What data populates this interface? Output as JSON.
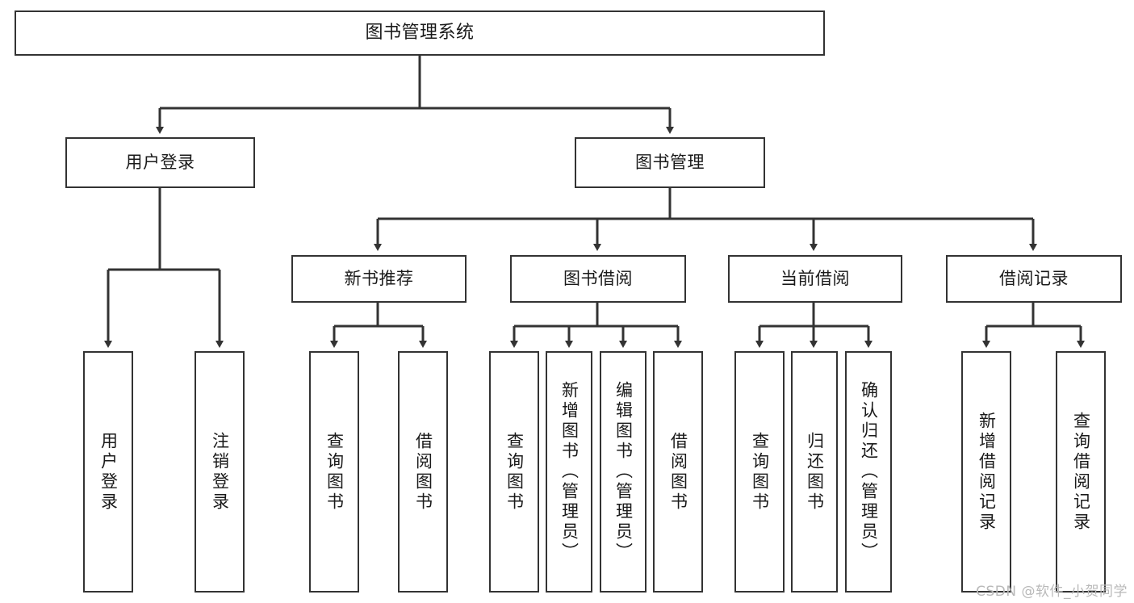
{
  "diagram": {
    "title": "图书管理系统",
    "type": "tree-hierarchy-diagram",
    "colors": {
      "border": "#333333",
      "background": "#ffffff",
      "text": "#1a1a1a",
      "watermark": "#b9b9b9"
    },
    "nodes": {
      "root": {
        "label": "图书管理系统"
      },
      "level2": [
        {
          "id": "user-login",
          "label": "用户登录"
        },
        {
          "id": "book-manage",
          "label": "图书管理"
        }
      ],
      "level3": [
        {
          "id": "new-book-recommend",
          "label": "新书推荐"
        },
        {
          "id": "book-borrow",
          "label": "图书借阅"
        },
        {
          "id": "current-borrow",
          "label": "当前借阅"
        },
        {
          "id": "borrow-record",
          "label": "借阅记录"
        }
      ],
      "leaves": {
        "user-login": [
          {
            "id": "leaf-user-login",
            "label": "用户登录"
          },
          {
            "id": "leaf-logout",
            "label": "注销登录"
          }
        ],
        "new-book-recommend": [
          {
            "id": "leaf-query-book-1",
            "label": "查询图书"
          },
          {
            "id": "leaf-borrow-book-1",
            "label": "借阅图书"
          }
        ],
        "book-borrow": [
          {
            "id": "leaf-query-book-2",
            "label": "查询图书"
          },
          {
            "id": "leaf-add-book",
            "label": "新增图书（管理员）"
          },
          {
            "id": "leaf-edit-book",
            "label": "编辑图书（管理员）"
          },
          {
            "id": "leaf-borrow-book-2",
            "label": "借阅图书"
          }
        ],
        "current-borrow": [
          {
            "id": "leaf-query-book-3",
            "label": "查询图书"
          },
          {
            "id": "leaf-return-book",
            "label": "归还图书"
          },
          {
            "id": "leaf-confirm-return",
            "label": "确认归还（管理员）"
          }
        ],
        "borrow-record": [
          {
            "id": "leaf-add-record",
            "label": "新增借阅记录"
          },
          {
            "id": "leaf-query-record",
            "label": "查询借阅记录"
          }
        ]
      }
    },
    "watermark": "CSDN @软件_小贺同学"
  }
}
